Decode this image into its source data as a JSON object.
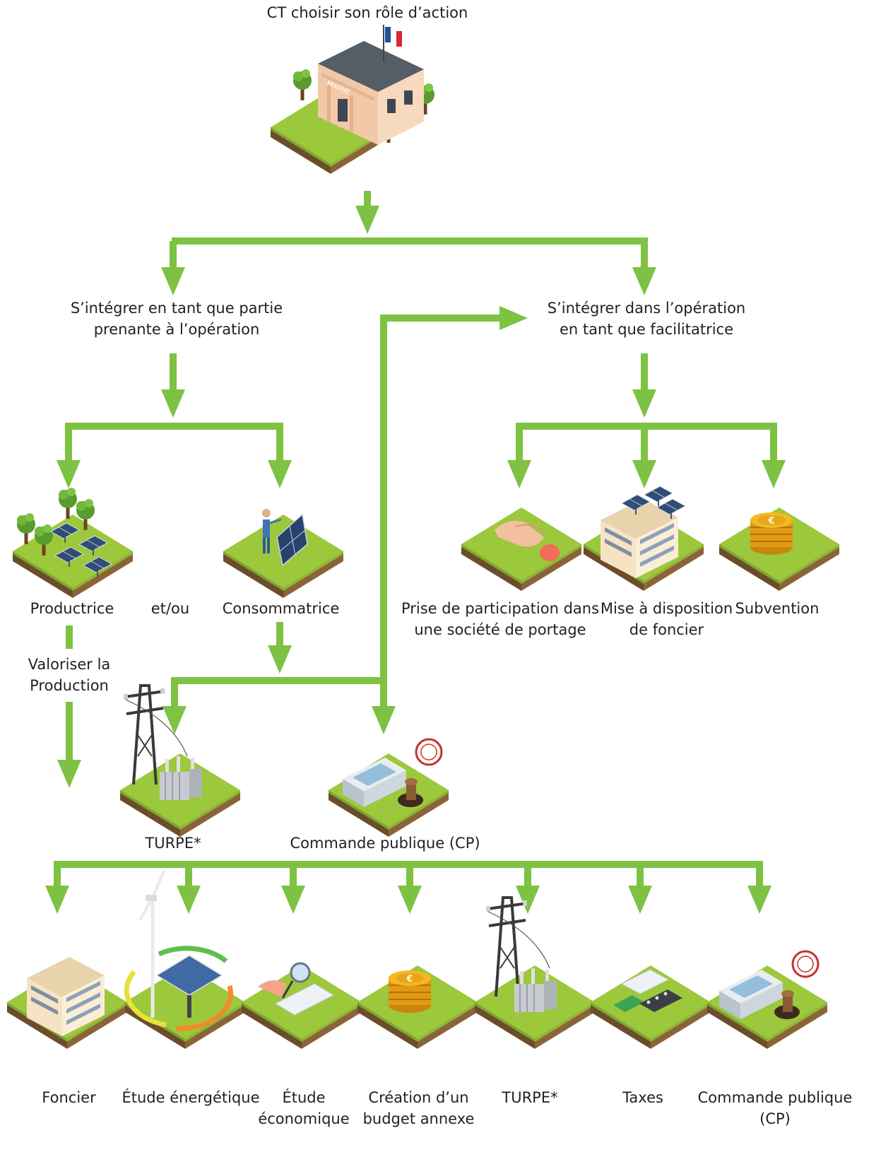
{
  "title": "CT choisir son rôle d’action",
  "building_sign": "MAIRIE",
  "branches": {
    "stakeholder": "S’intégrer en tant que partie\nprenante à l’opération",
    "facilitator": "S’intégrer dans l’opération\nen tant que facilitatrice"
  },
  "roles": {
    "producer": "Productrice",
    "and_or": "et/ou",
    "consumer": "Consommatrice",
    "valorize": "Valoriser la\nProduction"
  },
  "facilitator_options": [
    "Prise de participation dans\nune société de portage",
    "Mise à disposition\nde foncier",
    "Subvention"
  ],
  "consumer_levers": [
    "TURPE*",
    "Commande publique (CP)"
  ],
  "bottom_levers": [
    "Foncier",
    "Étude énergétique",
    "Étude\néconomique",
    "Création d’un\nbudget annexe",
    "TURPE*",
    "Taxes",
    "Commande publique\n(CP)"
  ],
  "colors": {
    "arrow": "#7dc242",
    "tile_top": "#9cc83c",
    "tile_side": "#7a5a33"
  }
}
